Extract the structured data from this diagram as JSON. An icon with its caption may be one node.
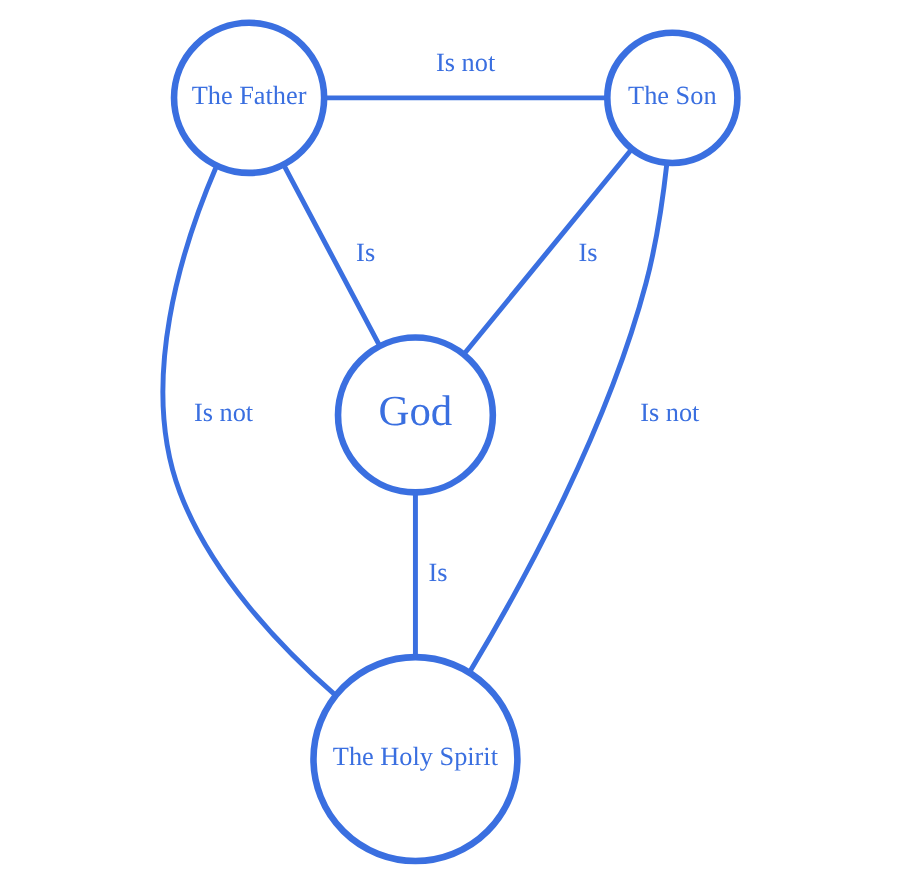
{
  "diagram": {
    "nodes": [
      {
        "text": [
          "The Father"
        ]
      },
      {
        "text": [
          "The Son"
        ]
      },
      {
        "text": [
          "God"
        ]
      },
      {
        "text": [
          "The Holy Spirit"
        ]
      }
    ],
    "edges": [
      {
        "from": 0,
        "to": 1,
        "arrow": "none",
        "label": "Is not"
      },
      {
        "from": 0,
        "to": 2,
        "arrow": "none",
        "label": "Is"
      },
      {
        "from": 1,
        "to": 2,
        "arrow": "none",
        "label": "Is"
      },
      {
        "from": 2,
        "to": 3,
        "arrow": "none",
        "label": "Is"
      },
      {
        "from": 0,
        "to": 3,
        "arrow": "none",
        "label": "Is not"
      },
      {
        "from": 1,
        "to": 3,
        "arrow": "none",
        "label": "Is not"
      }
    ]
  }
}
